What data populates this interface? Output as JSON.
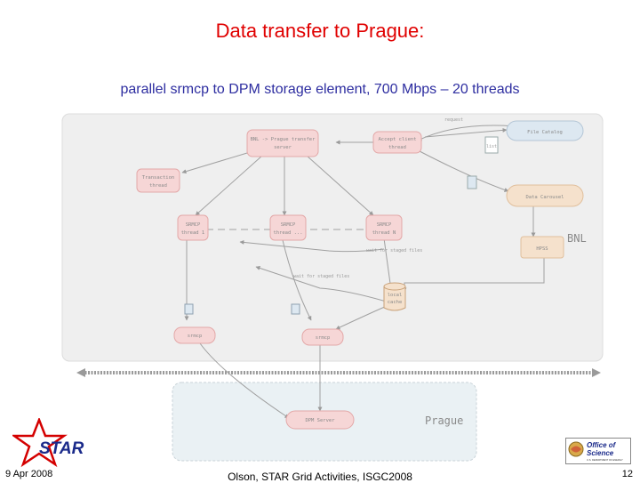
{
  "slide": {
    "title": "Data transfer to Prague:",
    "subtitle": "parallel srmcp to DPM storage element, 700 Mbps – 20 threads",
    "footer_date": "9 Apr 2008",
    "footer_center": "Olson, STAR Grid Activities, ISGC2008",
    "page_number": "12"
  },
  "diagram": {
    "regions": {
      "bnl": "BNL",
      "prague": "Prague"
    },
    "nodes": {
      "transfer_server": [
        "BNL -> Prague transfer",
        "server"
      ],
      "accept_client": [
        "Accept client",
        "thread"
      ],
      "file_catalog": "File Catalog",
      "transaction": [
        "Transaction",
        "thread"
      ],
      "data_carousel": "Data Carousel",
      "srmcp_1": [
        "SRMCP",
        "thread 1"
      ],
      "srmcp_dots": [
        "SRMCP",
        "thread ..."
      ],
      "srmcp_n": [
        "SRMCP",
        "thread N"
      ],
      "hpss": "HPSS",
      "local_cache": [
        "local",
        "cache"
      ],
      "srmcp_a": "srmcp",
      "srmcp_b": "srmcp",
      "dpm_server": "DPM Server"
    },
    "labels": {
      "request": "request",
      "list": "list",
      "wait1": "wait for staged files",
      "wait2": "wait for staged files"
    }
  },
  "logos": {
    "star": "STAR",
    "doe": [
      "Office of",
      "Science",
      "U.S. DEPARTMENT OF ENERGY"
    ]
  },
  "colors": {
    "title": "#e00000",
    "subtitle": "#2d2da0",
    "node_pink": "#f6d6d6",
    "node_orange": "#f5e1cc",
    "node_blue": "#dde8f1",
    "bnl_bg": "#efefef",
    "prague_bg": "#eaf1f4"
  }
}
